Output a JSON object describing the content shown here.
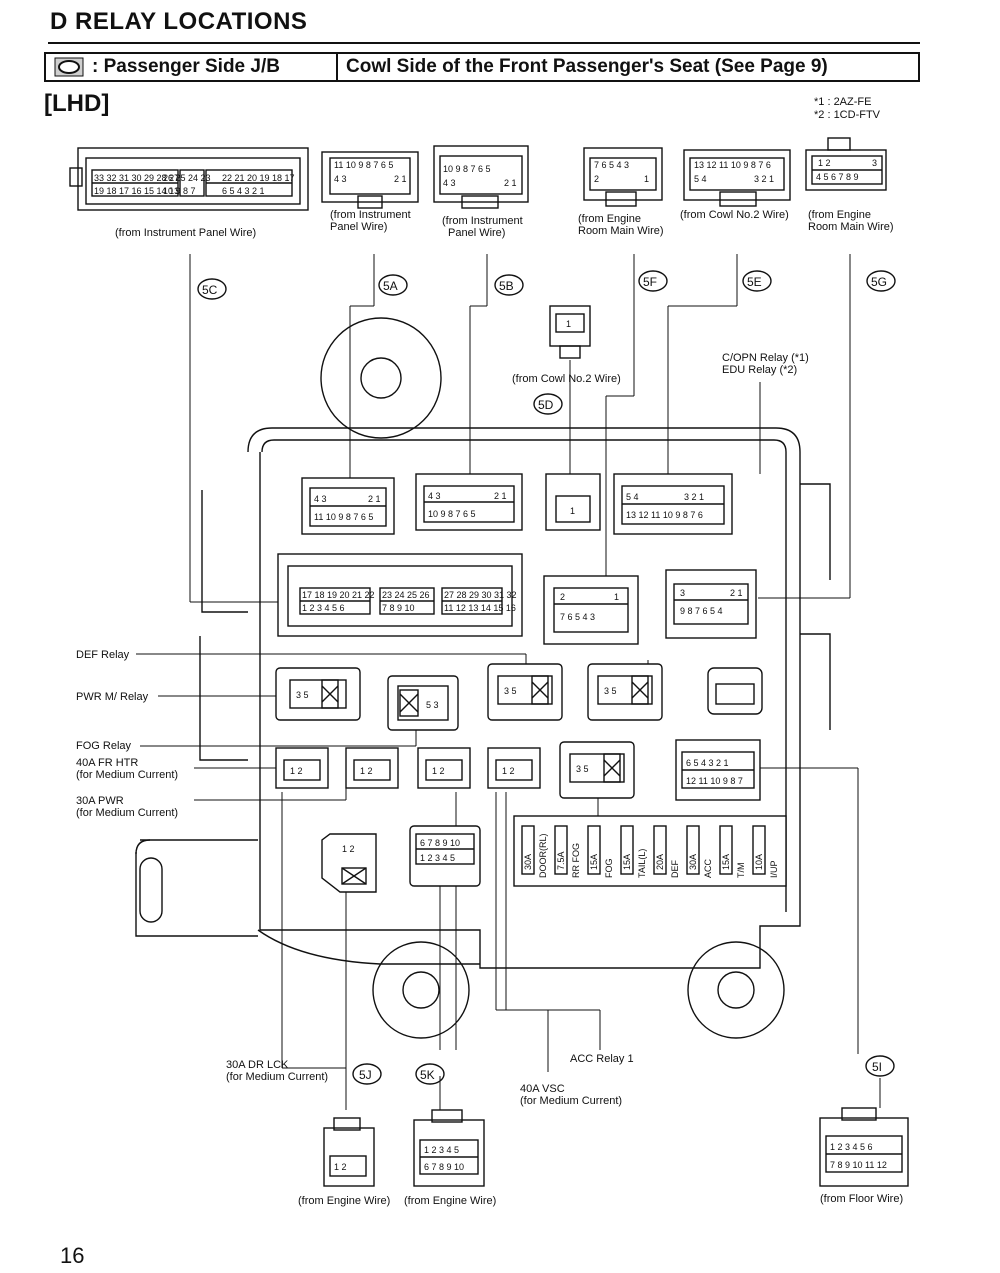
{
  "header": {
    "title": "D  RELAY LOCATIONS",
    "jb_name": ": Passenger Side J/B",
    "location": "Cowl Side of the Front Passenger's Seat (See Page 9)",
    "variant": "[LHD]",
    "note1": "*1 : 2AZ-FE",
    "note2": "*2 : 1CD-FTV"
  },
  "connectors": {
    "5C": {
      "code": "5C",
      "source": "(from Instrument Panel Wire)"
    },
    "5A": {
      "code": "5A",
      "source_line1": "(from Instrument",
      "source_line2": "Panel Wire)"
    },
    "5B": {
      "code": "5B",
      "source_line1": "(from Instrument",
      "source_line2": "Panel Wire)"
    },
    "5F": {
      "code": "5F",
      "source_line1": "(from Engine",
      "source_line2": "Room Main Wire)"
    },
    "5E": {
      "code": "5E",
      "source": "(from Cowl No.2 Wire)"
    },
    "5G": {
      "code": "5G",
      "source_line1": "(from Engine",
      "source_line2": "Room Main Wire)"
    },
    "5D": {
      "code": "5D",
      "source": "(from Cowl No.2 Wire)"
    },
    "5J": {
      "code": "5J",
      "source": "(from Engine Wire)"
    },
    "5K": {
      "code": "5K",
      "source": "(from Engine Wire)"
    },
    "5I": {
      "code": "5I",
      "source": "(from Floor Wire)"
    }
  },
  "relays": {
    "copn_line1": "C/OPN Relay (*1)",
    "copn_line2": "EDU Relay (*2)",
    "def": "DEF Relay",
    "pwr_m": "PWR M/ Relay",
    "fog": "FOG Relay",
    "fr_htr_line1": "40A FR HTR",
    "fr_htr_line2": "(for Medium Current)",
    "pwr_line1": "30A PWR",
    "pwr_line2": "(for Medium Current)",
    "dr_lck_line1": "30A DR LCK",
    "dr_lck_line2": "(for Medium Current)",
    "acc": "ACC Relay 1",
    "vsc_line1": "40A VSC",
    "vsc_line2": "(for Medium Current)"
  },
  "fuses": [
    {
      "amp": "30A",
      "name": "DOOR(RL)"
    },
    {
      "amp": "7.5A",
      "name": "RR FOG"
    },
    {
      "amp": "15A",
      "name": "FOG"
    },
    {
      "amp": "15A",
      "name": "TAIL(L)"
    },
    {
      "amp": "20A",
      "name": "DEF"
    },
    {
      "amp": "30A",
      "name": "ACC"
    },
    {
      "amp": "15A",
      "name": "T/M"
    },
    {
      "amp": "10A",
      "name": "I/UP"
    }
  ],
  "page_number": "16"
}
